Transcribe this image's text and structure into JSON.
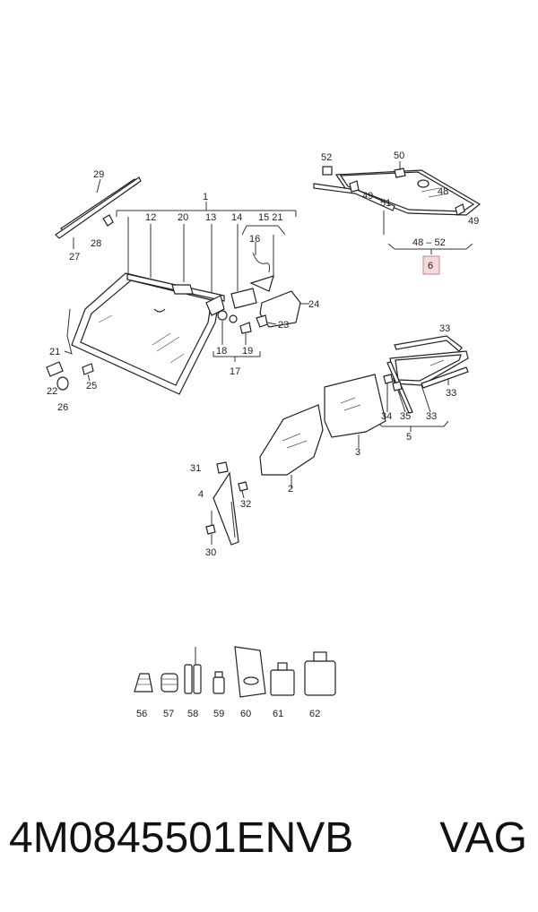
{
  "callouts": {
    "c1": "1",
    "c12": "12",
    "c20": "20",
    "c13": "13",
    "c14": "14",
    "c15_21": "15 21",
    "c16": "16",
    "c24": "24",
    "c23": "23",
    "c18": "18",
    "c19": "19",
    "c17": "17",
    "c29": "29",
    "c28": "28",
    "c27": "27",
    "c21": "21",
    "c22": "22",
    "c26": "26",
    "c25": "25",
    "c52": "52",
    "c50": "50",
    "c49a": "49",
    "c48": "48",
    "c51": "51",
    "c49b": "49",
    "c48_52": "48 – 52",
    "c6": "6",
    "c33a": "33",
    "c33b": "33",
    "c34": "34",
    "c35": "35",
    "c33c": "33",
    "c5": "5",
    "c3": "3",
    "c2": "2",
    "c31": "31",
    "c4": "4",
    "c32": "32",
    "c30": "30",
    "c56": "56",
    "c57": "57",
    "c58": "58",
    "c59": "59",
    "c60": "60",
    "c61": "61",
    "c62": "62"
  },
  "footer": {
    "part_number": "4M0845501ENVB",
    "brand": "VAG"
  },
  "highlight_color": "#f7d9dc"
}
